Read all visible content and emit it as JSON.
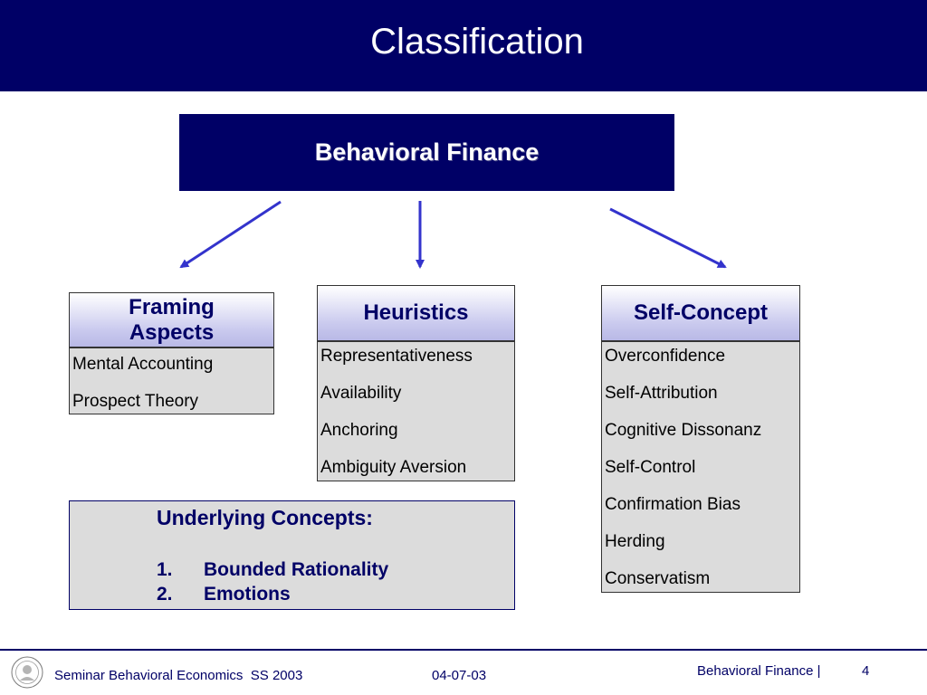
{
  "slide": {
    "title": "Classification"
  },
  "root": {
    "label": "Behavioral Finance"
  },
  "categories": [
    {
      "title": "Framing\nAspects",
      "items": [
        "Mental Accounting",
        "Prospect Theory"
      ]
    },
    {
      "title": "Heuristics",
      "items": [
        "Representativeness",
        "Availability",
        "Anchoring",
        "Ambiguity Aversion"
      ]
    },
    {
      "title": "Self-Concept",
      "items": [
        "Overconfidence",
        "Self-Attribution",
        "Cognitive Dissonanz",
        "Self-Control",
        "Confirmation Bias",
        "Herding",
        "Conservatism"
      ]
    }
  ],
  "underlying": {
    "title": "Underlying Concepts:",
    "items": [
      {
        "num": "1.",
        "text": "Bounded Rationality"
      },
      {
        "num": "2.",
        "text": "Emotions"
      }
    ]
  },
  "footer": {
    "seminar": "Seminar Behavioral Economics  SS 2003",
    "date": "04-07-03",
    "topic": "Behavioral Finance |",
    "page": "4"
  },
  "colors": {
    "navy": "#000066",
    "arrow": "#3333cc",
    "box_fill": "#dcdcdc"
  },
  "icons": {
    "seal": "university-seal-icon"
  }
}
